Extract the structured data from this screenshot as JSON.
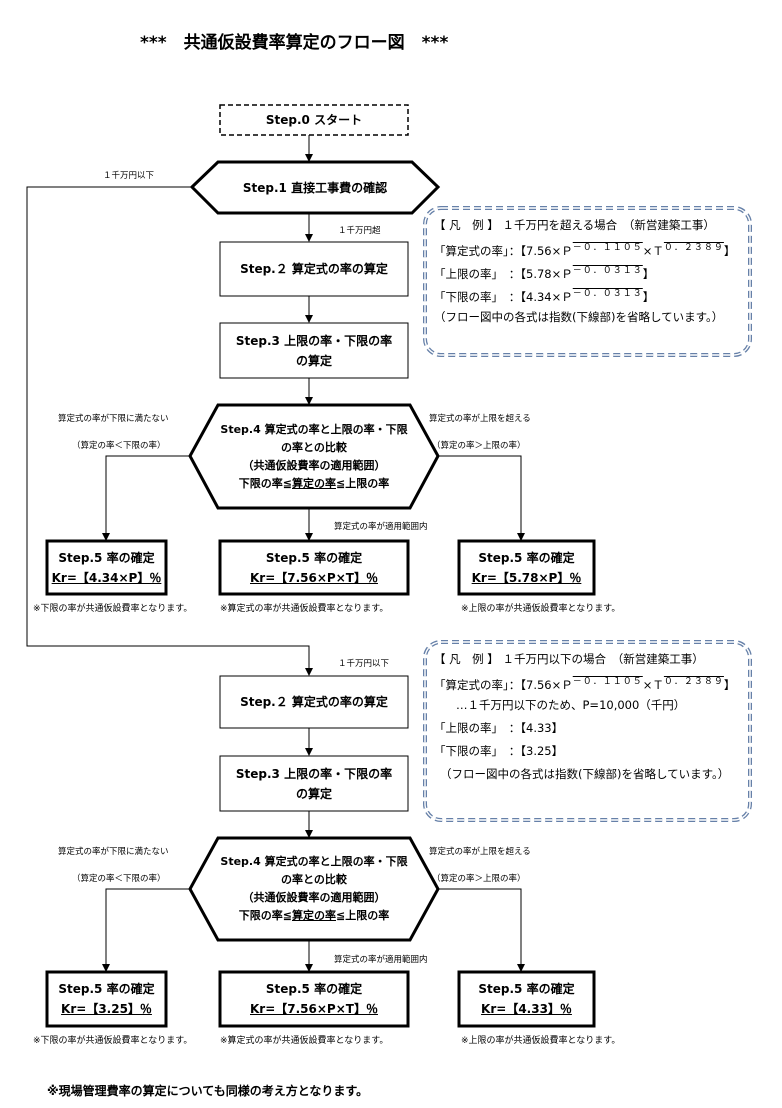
{
  "title": "***　共通仮設費率算定のフロー図　***",
  "step0": "Step.0 スタート",
  "step1": "Step.1 直接工事費の確認",
  "labels": {
    "under_10m": "１千万円以下",
    "over_10m": "１千万円超",
    "under_10m_2": "１千万円以下",
    "below_lower": "算定式の率が下限に満たない",
    "below_lower_sub": "（算定の率＜下限の率）",
    "above_upper": "算定式の率が上限を超える",
    "above_upper_sub": "（算定の率＞上限の率）",
    "in_range": "算定式の率が適用範囲内"
  },
  "upper": {
    "step2": "Step.２ 算定式の率の算定",
    "step3_l1": "Step.3 上限の率・下限の率",
    "step3_l2": "の算定",
    "step4_l1": "Step.4 算定式の率と上限の率・下限",
    "step4_l2": "の率との比較",
    "step4_l3": "（共通仮設費率の適用範囲）",
    "step4_l4a": "下限の率≦",
    "step4_l4b": "算定の率",
    "step4_l4c": "≦上限の率",
    "res_left_title": "Step.5 率の確定",
    "res_left_val": "Kr=【4.34×P】％",
    "res_mid_title": "Step.5 率の確定",
    "res_mid_val": "Kr=【7.56×P×T】％",
    "res_right_title": "Step.5 率の確定",
    "res_right_val": "Kr=【5.78×P】％",
    "note_left": "※下限の率が共通仮設費率となります。",
    "note_mid": "※算定式の率が共通仮設費率となります。",
    "note_right": "※上限の率が共通仮設費率となります。"
  },
  "lower": {
    "step2": "Step.２ 算定式の率の算定",
    "step3_l1": "Step.3 上限の率・下限の率",
    "step3_l2": "の算定",
    "step4_l1": "Step.4 算定式の率と上限の率・下限",
    "step4_l2": "の率との比較",
    "step4_l3": "（共通仮設費率の適用範囲）",
    "step4_l4a": "下限の率≦",
    "step4_l4b": "算定の率",
    "step4_l4c": "≦上限の率",
    "res_left_title": "Step.5 率の確定",
    "res_left_val": "Kr=【3.25】％",
    "res_mid_title": "Step.5 率の確定",
    "res_mid_val": "Kr=【7.56×P×T】％",
    "res_right_title": "Step.5 率の確定",
    "res_right_val": "Kr=【4.33】％",
    "note_left": "※下限の率が共通仮設費率となります。",
    "note_mid": "※算定式の率が共通仮設費率となります。",
    "note_right": "※上限の率が共通仮設費率となります。"
  },
  "legend1": {
    "header": "【 凡　例 】 １千万円を超える場合　（新営建築工事）",
    "r1_label": "「算定式の率」：【7.56×Ｐ",
    "r1_exp1": "－０．１１０５",
    "r1_mid": "×Ｔ",
    "r1_exp2": "０．２３８９",
    "r1_end": "】",
    "r2_label": "「上限の率」　：【5.78×Ｐ",
    "r2_exp": "－０．０３１３",
    "r2_end": "】",
    "r3_label": "「下限の率」　：【4.34×Ｐ",
    "r3_exp": "－０．０３１３",
    "r3_end": "】",
    "footer": "（フロー図中の各式は指数(下線部)を省略しています。）"
  },
  "legend2": {
    "header": "【 凡　例 】 １千万円以下の場合　（新営建築工事）",
    "r1_label": "「算定式の率」：【7.56×Ｐ",
    "r1_exp1": "－０．１１０５",
    "r1_mid": "×Ｔ",
    "r1_exp2": "０．２３８９",
    "r1_end": "】",
    "r1_sub": "…１千万円以下のため、P=10,000（千円）",
    "r2": "「上限の率」　：【4.33】",
    "r3": "「下限の率」　：【3.25】",
    "footer": "（フロー図中の各式は指数(下線部)を省略しています。）"
  },
  "footnote": "※現場管理費率の算定についても同様の考え方となります。"
}
